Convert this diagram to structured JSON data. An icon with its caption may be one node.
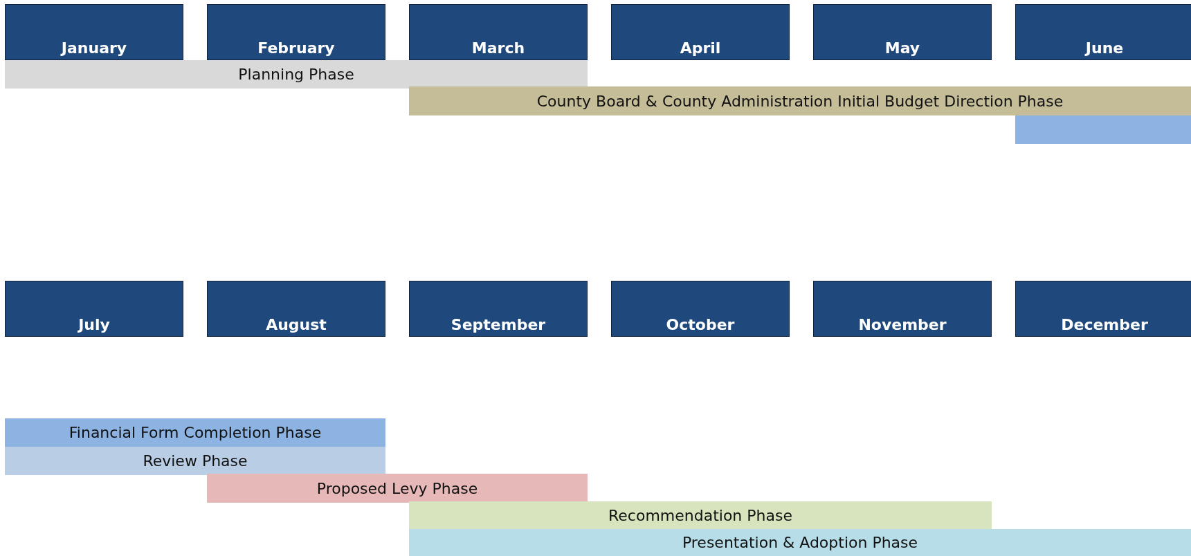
{
  "diagram": {
    "nodes": [
      {
        "text": [
          "January"
        ]
      },
      {
        "text": [
          "February"
        ]
      },
      {
        "text": [
          "March"
        ]
      },
      {
        "text": [
          "April"
        ]
      },
      {
        "text": [
          "May"
        ]
      },
      {
        "text": [
          "June"
        ]
      },
      {
        "text": [
          "Planning Phase"
        ]
      },
      {
        "text": [
          "County Board & County Administration Initial Budget Direction Phase"
        ]
      },
      {
        "text": [],
        "shape": "bar"
      },
      {
        "text": [
          "July"
        ]
      },
      {
        "text": [
          "August"
        ]
      },
      {
        "text": [
          "September"
        ]
      },
      {
        "text": [
          "October"
        ]
      },
      {
        "text": [
          "November"
        ]
      },
      {
        "text": [
          "December"
        ]
      },
      {
        "text": [
          "Financial Form Completion Phase"
        ]
      },
      {
        "text": [
          "Review Phase"
        ]
      },
      {
        "text": [
          "Proposed Levy Phase"
        ]
      },
      {
        "text": [
          "Recommendation Phase"
        ]
      },
      {
        "text": [
          "Presentation & Adoption Phase"
        ]
      }
    ]
  }
}
